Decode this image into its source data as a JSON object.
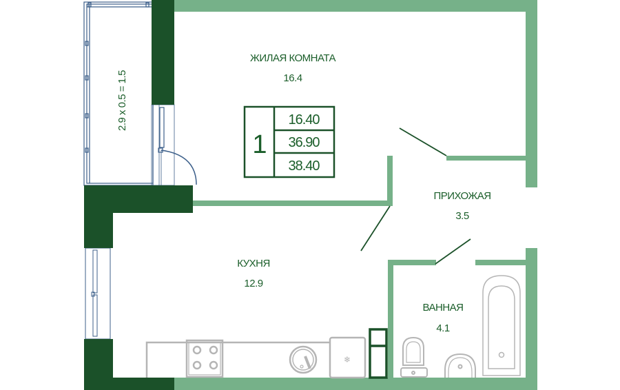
{
  "plan": {
    "colors": {
      "wall_light": "#76b189",
      "wall_dark": "#1b5129",
      "text": "#1b5e2a",
      "window": "#3c5f8a",
      "fixture": "#b5b5b5"
    },
    "rooms": [
      {
        "id": "living",
        "name": "ЖИЛАЯ КОМНАТА",
        "area": "16.4"
      },
      {
        "id": "hall",
        "name": "ПРИХОЖАЯ",
        "area": "3.5"
      },
      {
        "id": "kitchen",
        "name": "КУХНЯ",
        "area": "12.9"
      },
      {
        "id": "bath",
        "name": "ВАННАЯ",
        "area": "4.1"
      }
    ],
    "balcony": {
      "label": "2.9 x 0.5 = 1.5"
    },
    "summary": {
      "rooms_count": "1",
      "living_area": "16.40",
      "total_area": "36.90",
      "total_area_with_balcony": "38.40"
    }
  }
}
